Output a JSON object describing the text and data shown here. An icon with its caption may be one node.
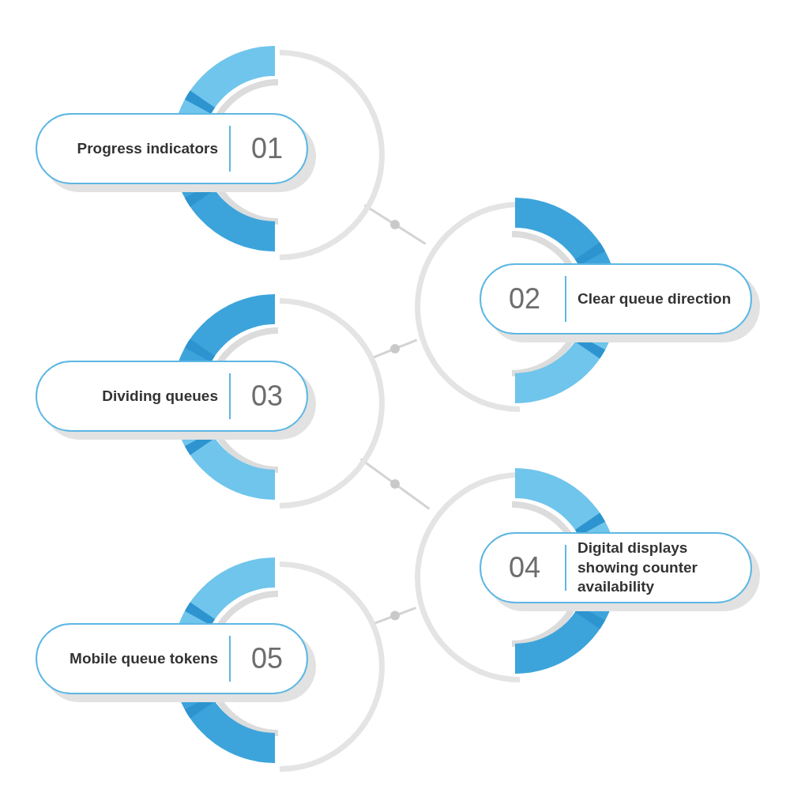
{
  "diagram": {
    "nodes": [
      {
        "text": [
          "Progress indicators",
          "01"
        ]
      },
      {
        "text": [
          "02",
          "Clear queue direction"
        ]
      },
      {
        "text": [
          "Dividing queues",
          "03"
        ]
      },
      {
        "text": [
          "04",
          "Digital displays showing counter availability"
        ]
      },
      {
        "text": [
          "Mobile queue tokens",
          "05"
        ]
      }
    ],
    "edges": [
      {
        "from": 0,
        "to": 1,
        "arrow": "none"
      },
      {
        "from": 1,
        "to": 2,
        "arrow": "none"
      },
      {
        "from": 2,
        "to": 3,
        "arrow": "none"
      },
      {
        "from": 3,
        "to": 4,
        "arrow": "none"
      }
    ]
  }
}
